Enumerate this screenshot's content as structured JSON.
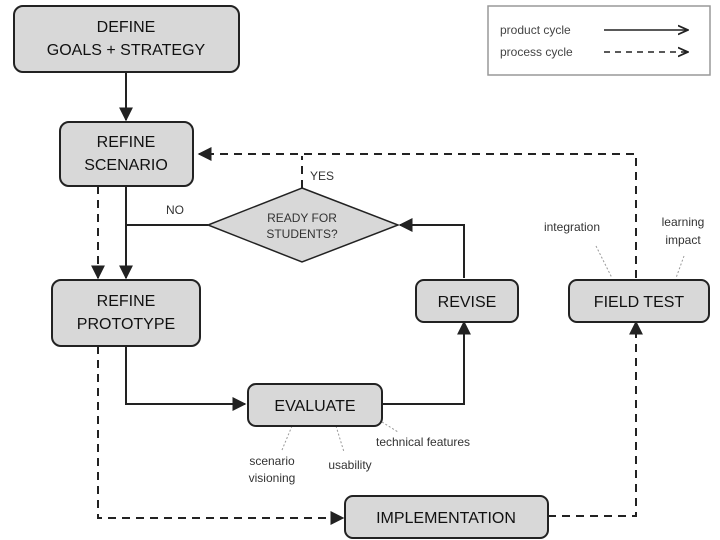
{
  "nodes": {
    "define": {
      "line1": "DEFINE",
      "line2": "GOALS + STRATEGY"
    },
    "refine_scenario": {
      "line1": "REFINE",
      "line2": "SCENARIO"
    },
    "refine_prototype": {
      "line1": "REFINE",
      "line2": "PROTOTYPE"
    },
    "decision": {
      "line1": "READY FOR",
      "line2": "STUDENTS?"
    },
    "revise": {
      "label": "REVISE"
    },
    "field_test": {
      "label": "FIELD TEST"
    },
    "evaluate": {
      "label": "EVALUATE"
    },
    "implementation": {
      "label": "IMPLEMENTATION"
    }
  },
  "edge_labels": {
    "yes": "YES",
    "no": "NO"
  },
  "annotations": {
    "integration": "integration",
    "learning_impact_line1": "learning",
    "learning_impact_line2": "impact",
    "technical_features": "technical features",
    "usability": "usability",
    "scenario_visioning_line1": "scenario",
    "scenario_visioning_line2": "visioning"
  },
  "legend": {
    "product_cycle": "product cycle",
    "process_cycle": "process cycle"
  }
}
